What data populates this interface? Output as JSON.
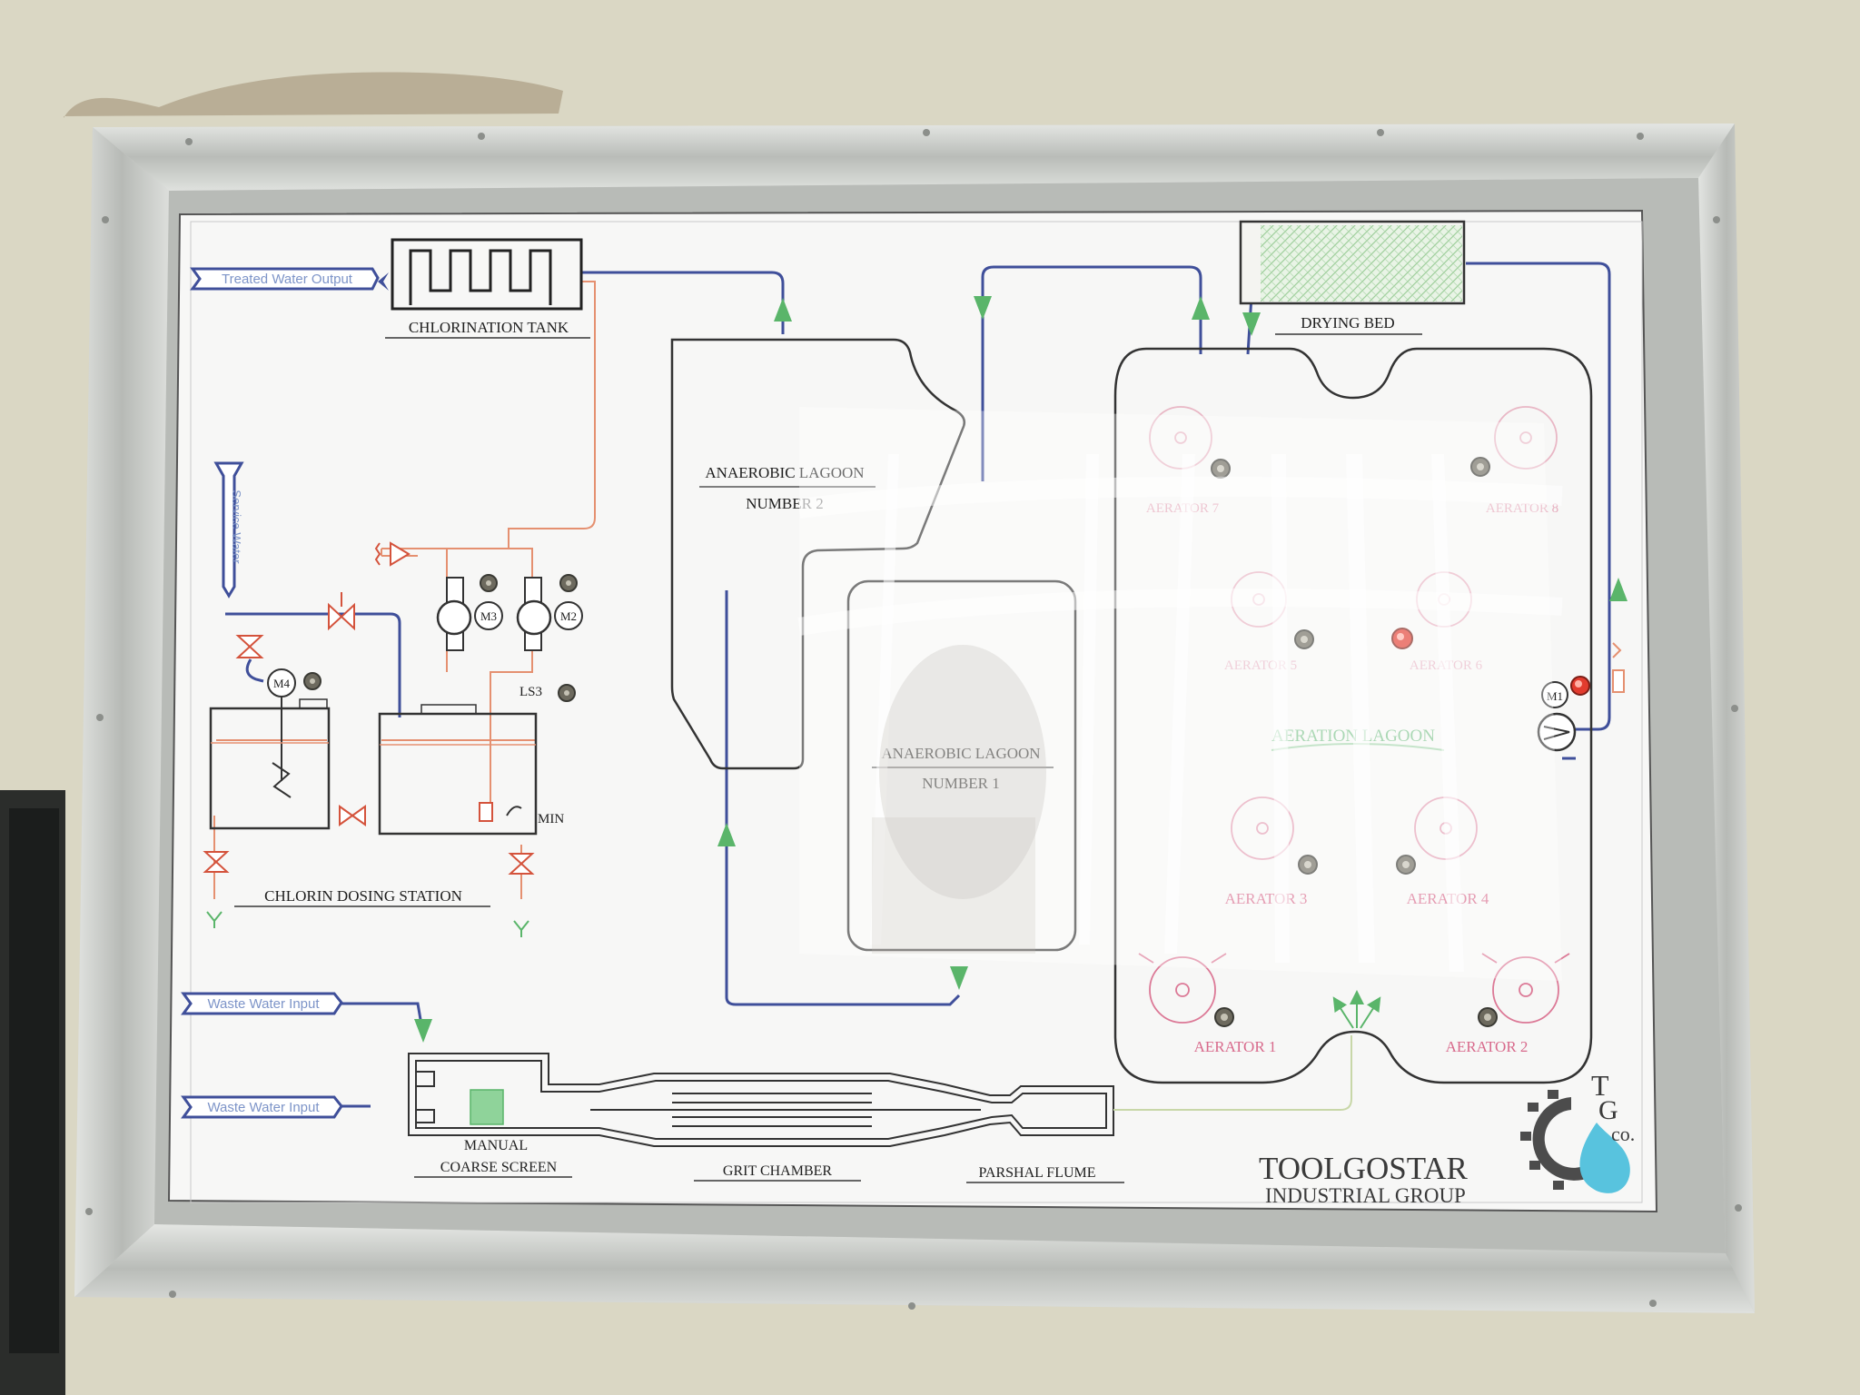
{
  "board": {
    "output_tag": "Treated Water Output",
    "service_tag": "Service Water",
    "input_tag_1": "Waste Water Input",
    "input_tag_2": "Waste Water Input",
    "chlorination_tank": "CHLORINATION TANK",
    "anaerobic_2_line1": "ANAEROBIC LAGOON",
    "anaerobic_2_line2": "NUMBER 2",
    "anaerobic_1_line1": "ANAEROBIC LAGOON",
    "anaerobic_1_line2": "NUMBER 1",
    "drying_bed": "DRYING BED",
    "aeration_lagoon": "AERATION LAGOON",
    "aerator_1": "AERATOR 1",
    "aerator_2": "AERATOR 2",
    "aerator_3": "AERATOR 3",
    "aerator_4": "AERATOR 4",
    "aerator_5": "AERATOR 5",
    "aerator_6": "AERATOR 6",
    "aerator_7": "AERATOR 7",
    "aerator_8": "AERATOR 8",
    "chlorin_station": "CHLORIN DOSING STATION",
    "m1": "M1",
    "m2": "M2",
    "m3": "M3",
    "m4": "M4",
    "ls3": "LS3",
    "min": "MIN",
    "manual": "MANUAL",
    "coarse_screen": "COARSE SCREEN",
    "grit_chamber": "GRIT CHAMBER",
    "parshal_flume": "PARSHAL FLUME"
  },
  "brand": {
    "name": "TOOLGOSTAR",
    "subtitle": "INDUSTRIAL GROUP",
    "logo_t": "T",
    "logo_g": "G",
    "logo_co": "co."
  },
  "colors": {
    "pipe_blue": "#3f4f9a",
    "pipe_orange": "#e59070",
    "arrow_green": "#5ab56a",
    "aerator_pink": "#d86a8c",
    "indicator_red": "#e23b2e",
    "frame_aluminium": "#c9ccc8"
  },
  "indicators": {
    "lit": [
      "aerator-6",
      "motor-m1"
    ]
  }
}
